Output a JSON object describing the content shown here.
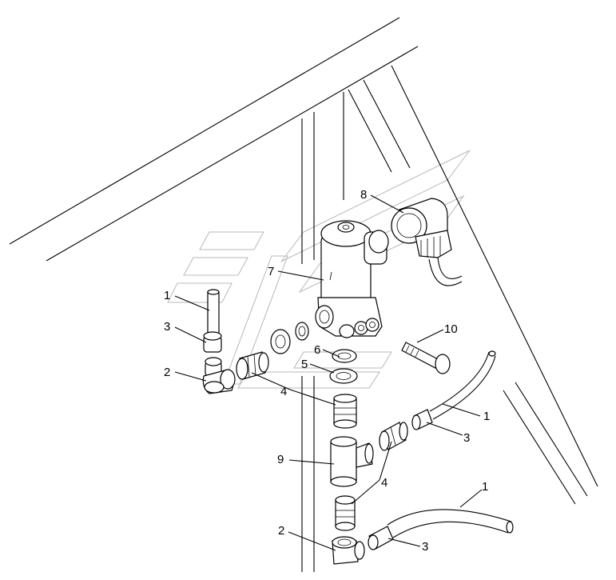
{
  "diagram": {
    "callouts": [
      {
        "id": "c1a",
        "text": "1"
      },
      {
        "id": "c3a",
        "text": "3"
      },
      {
        "id": "c2a",
        "text": "2"
      },
      {
        "id": "c7",
        "text": "7"
      },
      {
        "id": "c8",
        "text": "8"
      },
      {
        "id": "c6",
        "text": "6"
      },
      {
        "id": "c5",
        "text": "5"
      },
      {
        "id": "c10",
        "text": "10"
      },
      {
        "id": "c4a",
        "text": "4"
      },
      {
        "id": "c1b",
        "text": "1"
      },
      {
        "id": "c3b",
        "text": "3"
      },
      {
        "id": "c9",
        "text": "9"
      },
      {
        "id": "c4b",
        "text": "4"
      },
      {
        "id": "c1c",
        "text": "1"
      },
      {
        "id": "c2b",
        "text": "2"
      },
      {
        "id": "c3c",
        "text": "3"
      }
    ]
  }
}
